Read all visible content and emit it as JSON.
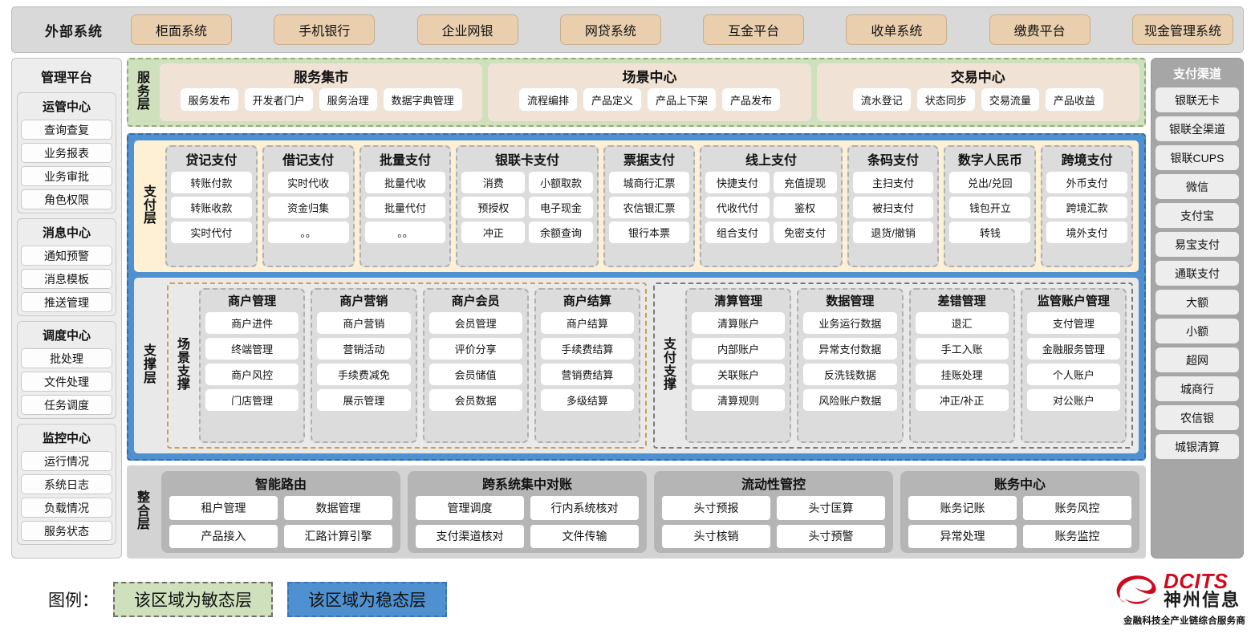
{
  "external_bar": {
    "title": "外部系统",
    "items": [
      "柜面系统",
      "手机银行",
      "企业网银",
      "网贷系统",
      "互金平台",
      "收单系统",
      "缴费平台",
      "现金管理系统"
    ]
  },
  "left_panel": {
    "title": "管理平台",
    "groups": [
      {
        "title": "运管中心",
        "items": [
          "查询查复",
          "业务报表",
          "业务审批",
          "角色权限"
        ]
      },
      {
        "title": "消息中心",
        "items": [
          "通知预警",
          "消息模板",
          "推送管理"
        ]
      },
      {
        "title": "调度中心",
        "items": [
          "批处理",
          "文件处理",
          "任务调度"
        ]
      },
      {
        "title": "监控中心",
        "items": [
          "运行情况",
          "系统日志",
          "负载情况",
          "服务状态"
        ]
      }
    ]
  },
  "right_panel": {
    "title": "支付渠道",
    "items": [
      "银联无卡",
      "银联全渠道",
      "银联CUPS",
      "微信",
      "支付宝",
      "易宝支付",
      "通联支付",
      "大额",
      "小额",
      "超网",
      "城商行",
      "农信银",
      "城银清算"
    ]
  },
  "service_layer": {
    "label": "服务层",
    "groups": [
      {
        "title": "服务集市",
        "items": [
          "服务发布",
          "开发者门户",
          "服务治理",
          "数据字典管理"
        ]
      },
      {
        "title": "场景中心",
        "items": [
          "流程编排",
          "产品定义",
          "产品上下架",
          "产品发布"
        ]
      },
      {
        "title": "交易中心",
        "items": [
          "流水登记",
          "状态同步",
          "交易流量",
          "产品收益"
        ]
      }
    ]
  },
  "payment_layer": {
    "label": "支付层",
    "columns": [
      {
        "title": "贷记支付",
        "cols": 1,
        "items": [
          "转账付款",
          "转账收款",
          "实时代付"
        ]
      },
      {
        "title": "借记支付",
        "cols": 1,
        "items": [
          "实时代收",
          "资金归集",
          "。。"
        ]
      },
      {
        "title": "批量支付",
        "cols": 1,
        "items": [
          "批量代收",
          "批量代付",
          "。。"
        ]
      },
      {
        "title": "银联卡支付",
        "cols": 2,
        "items": [
          "消费",
          "小额取款",
          "预授权",
          "电子现金",
          "冲正",
          "余额查询"
        ]
      },
      {
        "title": "票据支付",
        "cols": 1,
        "items": [
          "城商行汇票",
          "农信银汇票",
          "银行本票"
        ]
      },
      {
        "title": "线上支付",
        "cols": 2,
        "items": [
          "快捷支付",
          "充值提现",
          "代收代付",
          "鉴权",
          "组合支付",
          "免密支付"
        ]
      },
      {
        "title": "条码支付",
        "cols": 1,
        "items": [
          "主扫支付",
          "被扫支付",
          "退货/撤销"
        ]
      },
      {
        "title": "数字人民币",
        "cols": 1,
        "items": [
          "兑出/兑回",
          "钱包开立",
          "转钱"
        ]
      },
      {
        "title": "跨境支付",
        "cols": 1,
        "items": [
          "外币支付",
          "跨境汇款",
          "境外支付"
        ]
      }
    ]
  },
  "support_layer": {
    "label": "支撑层",
    "scene": {
      "label": "场景支撑",
      "columns": [
        {
          "title": "商户管理",
          "items": [
            "商户进件",
            "终端管理",
            "商户风控",
            "门店管理"
          ]
        },
        {
          "title": "商户营销",
          "items": [
            "商户营销",
            "营销活动",
            "手续费减免",
            "展示管理"
          ]
        },
        {
          "title": "商户会员",
          "items": [
            "会员管理",
            "评价分享",
            "会员储值",
            "会员数据"
          ]
        },
        {
          "title": "商户结算",
          "items": [
            "商户结算",
            "手续费结算",
            "营销费结算",
            "多级结算"
          ]
        }
      ]
    },
    "paysupport": {
      "label": "支付支撑",
      "columns": [
        {
          "title": "清算管理",
          "items": [
            "清算账户",
            "内部账户",
            "关联账户",
            "清算规则"
          ]
        },
        {
          "title": "数据管理",
          "items": [
            "业务运行数据",
            "异常支付数据",
            "反洗钱数据",
            "风险账户数据"
          ]
        },
        {
          "title": "差错管理",
          "items": [
            "退汇",
            "手工入账",
            "挂账处理",
            "冲正/补正"
          ]
        },
        {
          "title": "监管账户管理",
          "items": [
            "支付管理",
            "金融服务管理",
            "个人账户",
            "对公账户"
          ]
        }
      ]
    }
  },
  "integration_layer": {
    "label": "整合层",
    "groups": [
      {
        "title": "智能路由",
        "items": [
          "租户管理",
          "数据管理",
          "产品接入",
          "汇路计算引擎"
        ]
      },
      {
        "title": "跨系统集中对账",
        "items": [
          "管理调度",
          "行内系统核对",
          "支付渠道核对",
          "文件传输"
        ]
      },
      {
        "title": "流动性管控",
        "items": [
          "头寸预报",
          "头寸匡算",
          "头寸核销",
          "头寸预警"
        ]
      },
      {
        "title": "账务中心",
        "items": [
          "账务记账",
          "账务风控",
          "异常处理",
          "账务监控"
        ]
      }
    ]
  },
  "legend": {
    "label": "图例：",
    "agile": "该区域为敏态层",
    "stable": "该区域为稳态层"
  },
  "logo": {
    "brand_en": "DCITS",
    "brand_cn": "神州信息",
    "tagline": "金融科技全产业链综合服务商"
  },
  "colors": {
    "agile_green": "#cfe0bc",
    "stable_blue": "#4f90d0",
    "payment_yellow": "#fdf0d5",
    "external_tan": "#e9cfae",
    "brand_red": "#cf0a20"
  }
}
